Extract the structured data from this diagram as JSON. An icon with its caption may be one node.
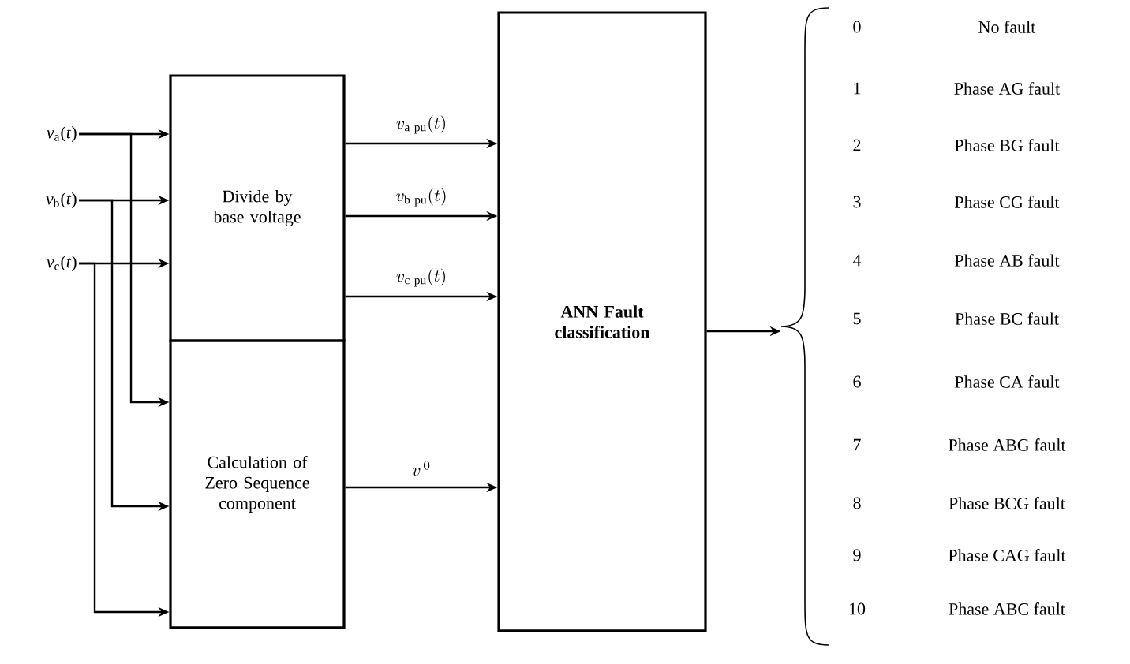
{
  "diagram": {
    "nodes": [
      {
        "text": [
          "*v*$_{a}$(*t*)"
        ]
      },
      {
        "text": [
          "*v*$_{b}$(*t*)"
        ]
      },
      {
        "text": [
          "*v*$_{c}$(*t*)"
        ]
      },
      {
        "text": [
          "Divide by base voltage"
        ]
      },
      {
        "text": [
          "Calculation of Zero Sequence component"
        ]
      },
      {
        "text": [
          "ANN Fault classification"
        ]
      },
      {
        "text": [],
        "shape": "brace"
      }
    ],
    "edges": [
      {
        "from": 0,
        "to": 3,
        "arrow": "to"
      },
      {
        "from": 1,
        "to": 3,
        "arrow": "to"
      },
      {
        "from": 2,
        "to": 3,
        "arrow": "to"
      },
      {
        "from": 0,
        "to": 4,
        "arrow": "to"
      },
      {
        "from": 1,
        "to": 4,
        "arrow": "to"
      },
      {
        "from": 2,
        "to": 4,
        "arrow": "to"
      },
      {
        "from": 3,
        "to": 5,
        "arrow": "to",
        "label": "v_{\\mathrm{a\\ pu}}(t)"
      },
      {
        "from": 3,
        "to": 5,
        "arrow": "to",
        "label": "v_{\\mathrm{b\\ pu}}(t)"
      },
      {
        "from": 3,
        "to": 5,
        "arrow": "to",
        "label": "v_{\\mathrm{c\\ pu}}(t)"
      },
      {
        "from": 4,
        "to": 5,
        "arrow": "to",
        "label": "v^{\\,0}"
      },
      {
        "from": 5,
        "to": 6,
        "arrow": "to"
      }
    ],
    "labels": [
      "0",
      "No fault",
      "1",
      "Phase AG fault",
      "2",
      "Phase BG fault",
      "3",
      "Phase CG fault",
      "4",
      "Phase AB fault",
      "5",
      "Phase BC fault",
      "6",
      "Phase CA fault",
      "7",
      "Phase ABG fault",
      "8",
      "Phase BCG fault",
      "9",
      "Phase CAG fault",
      "10",
      "Phase ABC fault"
    ]
  }
}
